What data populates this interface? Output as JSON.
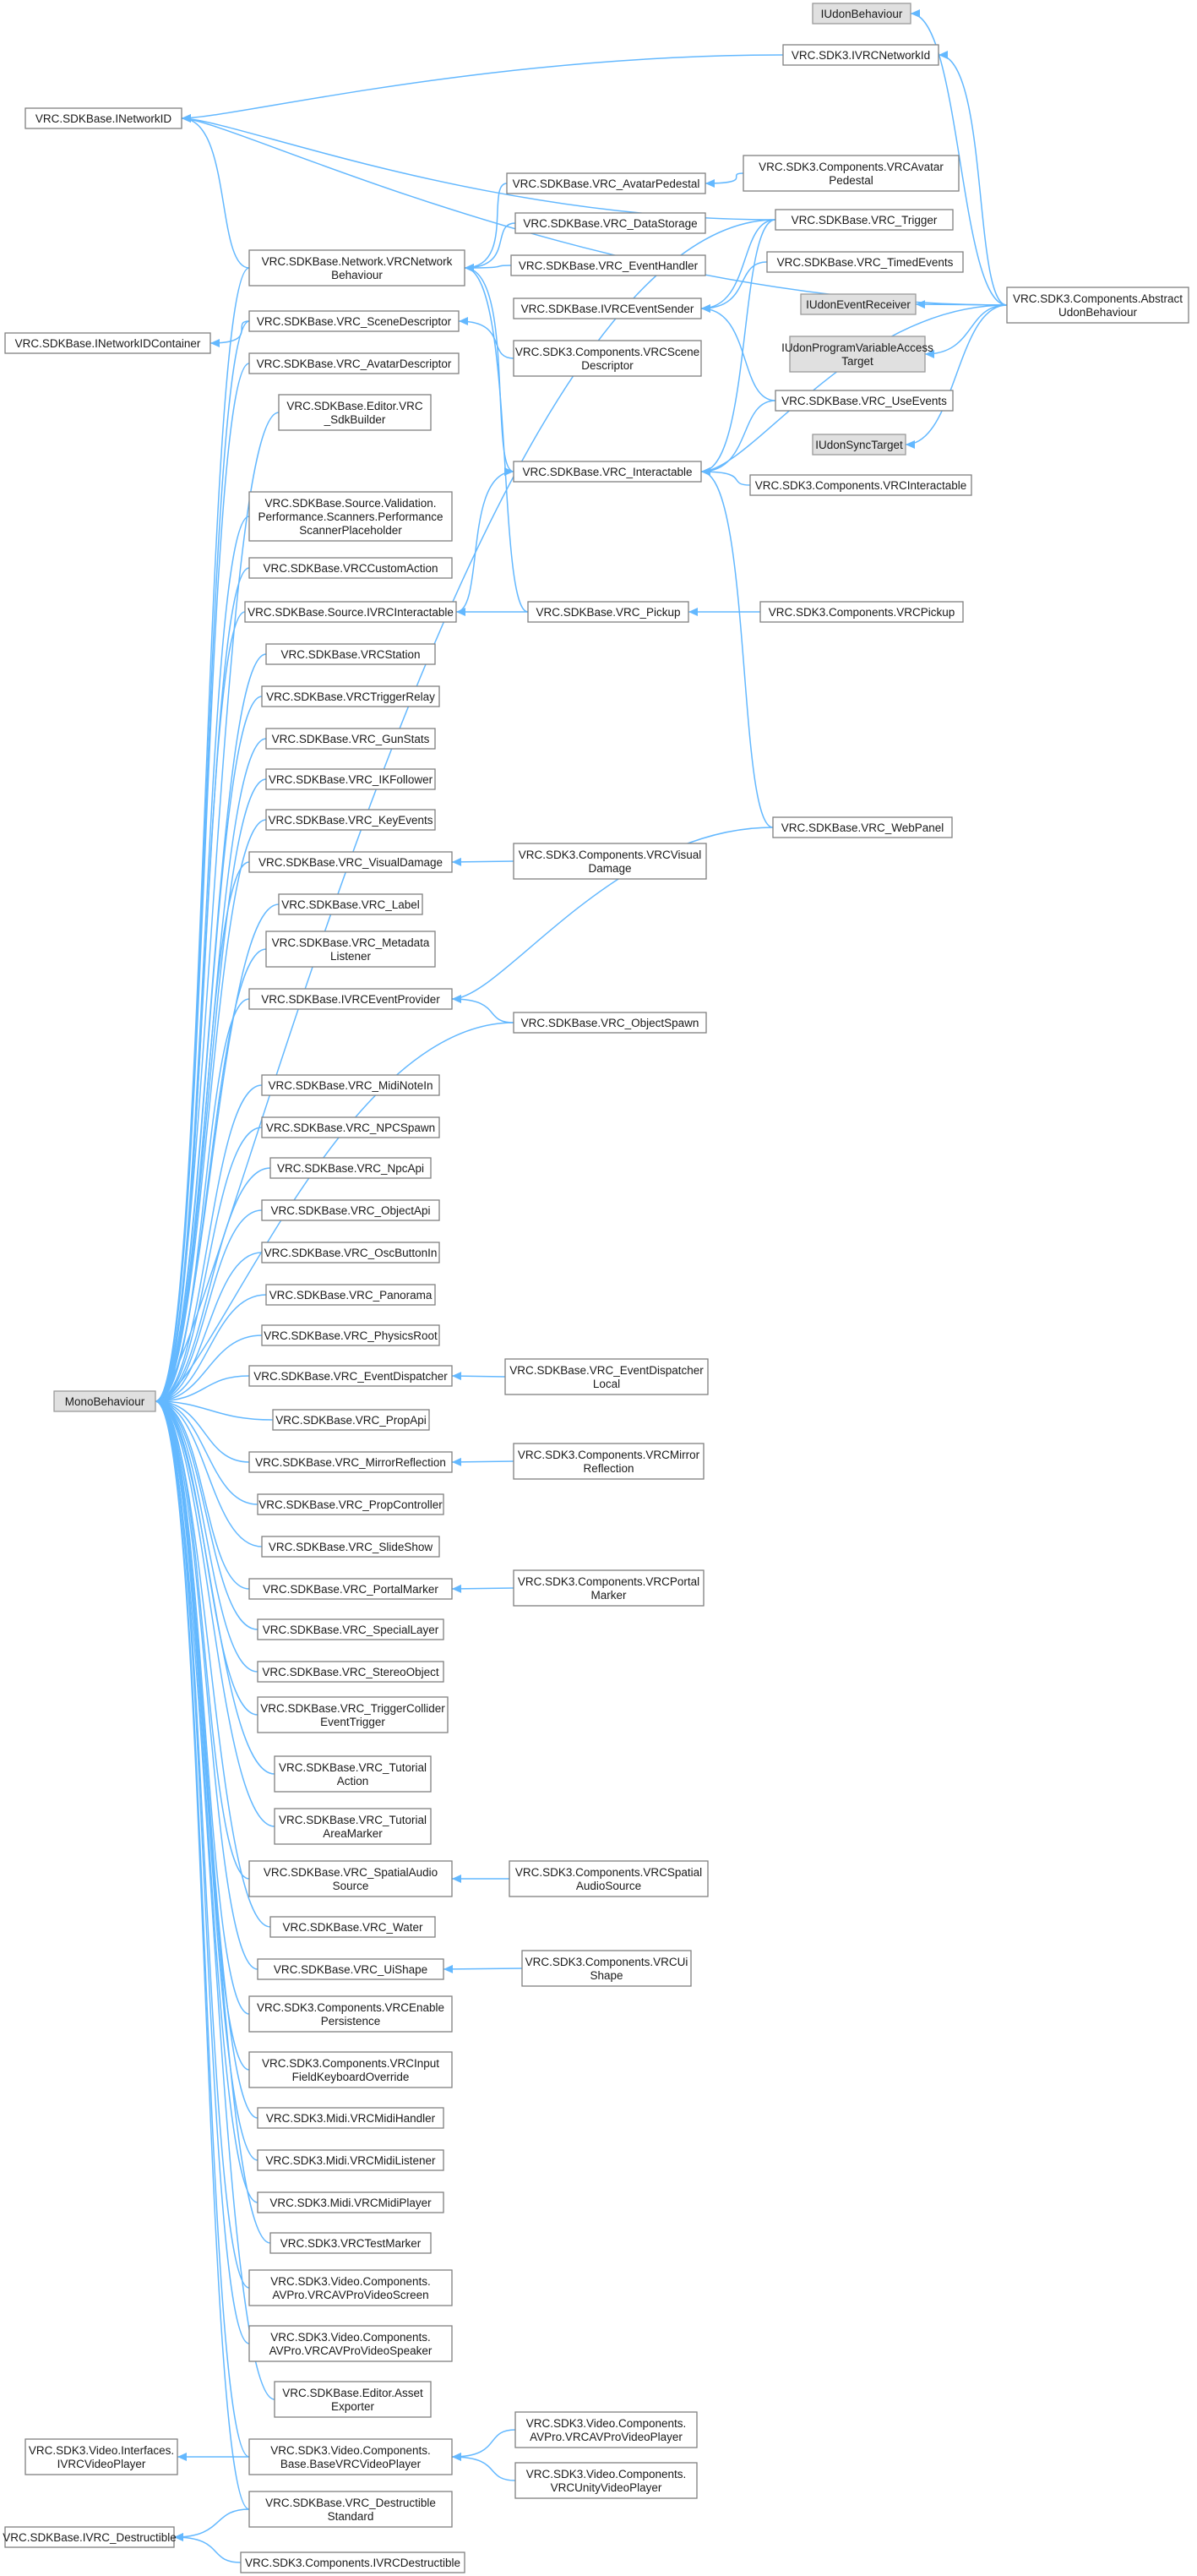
{
  "diagram": {
    "nodes": {
      "IUdonBehaviour": {
        "lines": [
          "IUdonBehaviour"
        ],
        "style": "gray"
      },
      "IVRCNetworkId": {
        "lines": [
          "VRC.SDK3.IVRCNetworkId"
        ],
        "style": "white"
      },
      "INetworkID": {
        "lines": [
          "VRC.SDKBase.INetworkID"
        ],
        "style": "white"
      },
      "AvatarPedestal3": {
        "lines": [
          "VRC.SDK3.Components.VRCAvatar",
          "Pedestal"
        ],
        "style": "white"
      },
      "AvatarPedestal": {
        "lines": [
          "VRC.SDKBase.VRC_AvatarPedestal"
        ],
        "style": "white"
      },
      "NetworkBehaviour": {
        "lines": [
          "VRC.SDKBase.Network.VRCNetwork",
          "Behaviour"
        ],
        "style": "white"
      },
      "DataStorage": {
        "lines": [
          "VRC.SDKBase.VRC_DataStorage"
        ],
        "style": "white"
      },
      "Trigger": {
        "lines": [
          "VRC.SDKBase.VRC_Trigger"
        ],
        "style": "white"
      },
      "EventHandler": {
        "lines": [
          "VRC.SDKBase.VRC_EventHandler"
        ],
        "style": "white"
      },
      "TimedEvents": {
        "lines": [
          "VRC.SDKBase.VRC_TimedEvents"
        ],
        "style": "white"
      },
      "IVRCEventSender": {
        "lines": [
          "VRC.SDKBase.IVRCEventSender"
        ],
        "style": "white"
      },
      "AbstractUdon": {
        "lines": [
          "VRC.SDK3.Components.Abstract",
          "UdonBehaviour"
        ],
        "style": "white"
      },
      "IUdonEventReceiver": {
        "lines": [
          "IUdonEventReceiver"
        ],
        "style": "gray"
      },
      "INetworkIDContainer": {
        "lines": [
          "VRC.SDKBase.INetworkIDContainer"
        ],
        "style": "white"
      },
      "SceneDescriptor": {
        "lines": [
          "VRC.SDKBase.VRC_SceneDescriptor"
        ],
        "style": "white"
      },
      "SceneDescriptor3": {
        "lines": [
          "VRC.SDK3.Components.VRCScene",
          "Descriptor"
        ],
        "style": "white"
      },
      "IUdonProgramVar": {
        "lines": [
          "IUdonProgramVariableAccess",
          "Target"
        ],
        "style": "gray"
      },
      "AvatarDescriptor": {
        "lines": [
          "VRC.SDKBase.VRC_AvatarDescriptor"
        ],
        "style": "white"
      },
      "UseEvents": {
        "lines": [
          "VRC.SDKBase.VRC_UseEvents"
        ],
        "style": "white"
      },
      "IUdonSyncTarget": {
        "lines": [
          "IUdonSyncTarget"
        ],
        "style": "gray"
      },
      "SdkBuilder": {
        "lines": [
          "VRC.SDKBase.Editor.VRC",
          "_SdkBuilder"
        ],
        "style": "white"
      },
      "Interactable": {
        "lines": [
          "VRC.SDKBase.VRC_Interactable"
        ],
        "style": "white"
      },
      "Interactable3": {
        "lines": [
          "VRC.SDK3.Components.VRCInteractable"
        ],
        "style": "white"
      },
      "PerfScanner": {
        "lines": [
          "VRC.SDKBase.Source.Validation.",
          "Performance.Scanners.Performance",
          "ScannerPlaceholder"
        ],
        "style": "white"
      },
      "CustomAction": {
        "lines": [
          "VRC.SDKBase.VRCCustomAction"
        ],
        "style": "white"
      },
      "IVRCInteractable": {
        "lines": [
          "VRC.SDKBase.Source.IVRCInteractable"
        ],
        "style": "white"
      },
      "Pickup": {
        "lines": [
          "VRC.SDKBase.VRC_Pickup"
        ],
        "style": "white"
      },
      "Pickup3": {
        "lines": [
          "VRC.SDK3.Components.VRCPickup"
        ],
        "style": "white"
      },
      "Station": {
        "lines": [
          "VRC.SDKBase.VRCStation"
        ],
        "style": "white"
      },
      "TriggerRelay": {
        "lines": [
          "VRC.SDKBase.VRCTriggerRelay"
        ],
        "style": "white"
      },
      "GunStats": {
        "lines": [
          "VRC.SDKBase.VRC_GunStats"
        ],
        "style": "white"
      },
      "IKFollower": {
        "lines": [
          "VRC.SDKBase.VRC_IKFollower"
        ],
        "style": "white"
      },
      "KeyEvents": {
        "lines": [
          "VRC.SDKBase.VRC_KeyEvents"
        ],
        "style": "white"
      },
      "WebPanel": {
        "lines": [
          "VRC.SDKBase.VRC_WebPanel"
        ],
        "style": "white"
      },
      "VisualDamage": {
        "lines": [
          "VRC.SDKBase.VRC_VisualDamage"
        ],
        "style": "white"
      },
      "VisualDamage3": {
        "lines": [
          "VRC.SDK3.Components.VRCVisual",
          "Damage"
        ],
        "style": "white"
      },
      "Label": {
        "lines": [
          "VRC.SDKBase.VRC_Label"
        ],
        "style": "white"
      },
      "MetadataListener": {
        "lines": [
          "VRC.SDKBase.VRC_Metadata",
          "Listener"
        ],
        "style": "white"
      },
      "IVRCEventProvider": {
        "lines": [
          "VRC.SDKBase.IVRCEventProvider"
        ],
        "style": "white"
      },
      "ObjectSpawn": {
        "lines": [
          "VRC.SDKBase.VRC_ObjectSpawn"
        ],
        "style": "white"
      },
      "MidiNoteIn": {
        "lines": [
          "VRC.SDKBase.VRC_MidiNoteIn"
        ],
        "style": "white"
      },
      "NPCSpawn": {
        "lines": [
          "VRC.SDKBase.VRC_NPCSpawn"
        ],
        "style": "white"
      },
      "NpcApi": {
        "lines": [
          "VRC.SDKBase.VRC_NpcApi"
        ],
        "style": "white"
      },
      "ObjectApi": {
        "lines": [
          "VRC.SDKBase.VRC_ObjectApi"
        ],
        "style": "white"
      },
      "OscButtonIn": {
        "lines": [
          "VRC.SDKBase.VRC_OscButtonIn"
        ],
        "style": "white"
      },
      "Panorama": {
        "lines": [
          "VRC.SDKBase.VRC_Panorama"
        ],
        "style": "white"
      },
      "PhysicsRoot": {
        "lines": [
          "VRC.SDKBase.VRC_PhysicsRoot"
        ],
        "style": "white"
      },
      "MonoBehaviour": {
        "lines": [
          "MonoBehaviour"
        ],
        "style": "gray"
      },
      "EventDispatcher": {
        "lines": [
          "VRC.SDKBase.VRC_EventDispatcher"
        ],
        "style": "white"
      },
      "EventDispatcherLocal": {
        "lines": [
          "VRC.SDKBase.VRC_EventDispatcher",
          "Local"
        ],
        "style": "white"
      },
      "PropApi": {
        "lines": [
          "VRC.SDKBase.VRC_PropApi"
        ],
        "style": "white"
      },
      "MirrorReflection": {
        "lines": [
          "VRC.SDKBase.VRC_MirrorReflection"
        ],
        "style": "white"
      },
      "MirrorReflection3": {
        "lines": [
          "VRC.SDK3.Components.VRCMirror",
          "Reflection"
        ],
        "style": "white"
      },
      "PropController": {
        "lines": [
          "VRC.SDKBase.VRC_PropController"
        ],
        "style": "white"
      },
      "SlideShow": {
        "lines": [
          "VRC.SDKBase.VRC_SlideShow"
        ],
        "style": "white"
      },
      "PortalMarker": {
        "lines": [
          "VRC.SDKBase.VRC_PortalMarker"
        ],
        "style": "white"
      },
      "PortalMarker3": {
        "lines": [
          "VRC.SDK3.Components.VRCPortal",
          "Marker"
        ],
        "style": "white"
      },
      "SpecialLayer": {
        "lines": [
          "VRC.SDKBase.VRC_SpecialLayer"
        ],
        "style": "white"
      },
      "StereoObject": {
        "lines": [
          "VRC.SDKBase.VRC_StereoObject"
        ],
        "style": "white"
      },
      "TriggerCollider": {
        "lines": [
          "VRC.SDKBase.VRC_TriggerCollider",
          "EventTrigger"
        ],
        "style": "white"
      },
      "TutorialAction": {
        "lines": [
          "VRC.SDKBase.VRC_Tutorial",
          "Action"
        ],
        "style": "white"
      },
      "TutorialArea": {
        "lines": [
          "VRC.SDKBase.VRC_Tutorial",
          "AreaMarker"
        ],
        "style": "white"
      },
      "SpatialAudio": {
        "lines": [
          "VRC.SDKBase.VRC_SpatialAudio",
          "Source"
        ],
        "style": "white"
      },
      "SpatialAudio3": {
        "lines": [
          "VRC.SDK3.Components.VRCSpatial",
          "AudioSource"
        ],
        "style": "white"
      },
      "Water": {
        "lines": [
          "VRC.SDKBase.VRC_Water"
        ],
        "style": "white"
      },
      "UiShape": {
        "lines": [
          "VRC.SDKBase.VRC_UiShape"
        ],
        "style": "white"
      },
      "UiShape3": {
        "lines": [
          "VRC.SDK3.Components.VRCUi",
          "Shape"
        ],
        "style": "white"
      },
      "EnablePersistence": {
        "lines": [
          "VRC.SDK3.Components.VRCEnable",
          "Persistence"
        ],
        "style": "white"
      },
      "InputFieldKeyboard": {
        "lines": [
          "VRC.SDK3.Components.VRCInput",
          "FieldKeyboardOverride"
        ],
        "style": "white"
      },
      "MidiHandler": {
        "lines": [
          "VRC.SDK3.Midi.VRCMidiHandler"
        ],
        "style": "white"
      },
      "MidiListener": {
        "lines": [
          "VRC.SDK3.Midi.VRCMidiListener"
        ],
        "style": "white"
      },
      "MidiPlayer": {
        "lines": [
          "VRC.SDK3.Midi.VRCMidiPlayer"
        ],
        "style": "white"
      },
      "TestMarker": {
        "lines": [
          "VRC.SDK3.VRCTestMarker"
        ],
        "style": "white"
      },
      "AVProScreen": {
        "lines": [
          "VRC.SDK3.Video.Components.",
          "AVPro.VRCAVProVideoScreen"
        ],
        "style": "white"
      },
      "AVProSpeaker": {
        "lines": [
          "VRC.SDK3.Video.Components.",
          "AVPro.VRCAVProVideoSpeaker"
        ],
        "style": "white"
      },
      "AssetExporter": {
        "lines": [
          "VRC.SDKBase.Editor.Asset",
          "Exporter"
        ],
        "style": "white"
      },
      "IVRCVideoPlayer": {
        "lines": [
          "VRC.SDK3.Video.Interfaces.",
          "IVRCVideoPlayer"
        ],
        "style": "white"
      },
      "BaseVRCVideoPlayer": {
        "lines": [
          "VRC.SDK3.Video.Components.",
          "Base.BaseVRCVideoPlayer"
        ],
        "style": "white"
      },
      "AVProVideoPlayer": {
        "lines": [
          "VRC.SDK3.Video.Components.",
          "AVPro.VRCAVProVideoPlayer"
        ],
        "style": "white"
      },
      "UnityVideoPlayer": {
        "lines": [
          "VRC.SDK3.Video.Components.",
          "VRCUnityVideoPlayer"
        ],
        "style": "white"
      },
      "DestructibleStandard": {
        "lines": [
          "VRC.SDKBase.VRC_Destructible",
          "Standard"
        ],
        "style": "white"
      },
      "IVRC_Destructible": {
        "lines": [
          "VRC.SDKBase.IVRC_Destructible"
        ],
        "style": "white"
      },
      "IVRCDestructible3": {
        "lines": [
          "VRC.SDK3.Components.IVRCDestructible"
        ],
        "style": "white"
      }
    },
    "edges": [
      [
        "AbstractUdon",
        "IUdonBehaviour"
      ],
      [
        "IVRCNetworkId",
        "INetworkID"
      ],
      [
        "AbstractUdon",
        "IVRCNetworkId"
      ],
      [
        "AbstractUdon",
        "INetworkID"
      ],
      [
        "Trigger",
        "INetworkID"
      ],
      [
        "NetworkBehaviour",
        "INetworkID"
      ],
      [
        "AvatarPedestal",
        "NetworkBehaviour"
      ],
      [
        "DataStorage",
        "NetworkBehaviour"
      ],
      [
        "EventHandler",
        "NetworkBehaviour"
      ],
      [
        "Interactable",
        "NetworkBehaviour"
      ],
      [
        "Pickup",
        "NetworkBehaviour"
      ],
      [
        "AvatarPedestal3",
        "AvatarPedestal"
      ],
      [
        "Trigger",
        "IVRCEventSender"
      ],
      [
        "TimedEvents",
        "IVRCEventSender"
      ],
      [
        "UseEvents",
        "IVRCEventSender"
      ],
      [
        "AbstractUdon",
        "IUdonEventReceiver"
      ],
      [
        "AbstractUdon",
        "IUdonProgramVar"
      ],
      [
        "AbstractUdon",
        "IUdonSyncTarget"
      ],
      [
        "AbstractUdon",
        "Interactable"
      ],
      [
        "Interactable3",
        "Interactable"
      ],
      [
        "Trigger",
        "Interactable"
      ],
      [
        "UseEvents",
        "Interactable"
      ],
      [
        "WebPanel",
        "Interactable"
      ],
      [
        "IVRCInteractable",
        "Interactable"
      ],
      [
        "SceneDescriptor",
        "INetworkIDContainer"
      ],
      [
        "SceneDescriptor3",
        "SceneDescriptor"
      ],
      [
        "Pickup",
        "IVRCInteractable"
      ],
      [
        "Pickup3",
        "Pickup"
      ],
      [
        "ObjectSpawn",
        "IVRCEventProvider"
      ],
      [
        "WebPanel",
        "IVRCEventProvider"
      ],
      [
        "VisualDamage3",
        "VisualDamage"
      ],
      [
        "EventDispatcherLocal",
        "EventDispatcher"
      ],
      [
        "MirrorReflection3",
        "MirrorReflection"
      ],
      [
        "PortalMarker3",
        "PortalMarker"
      ],
      [
        "SpatialAudio3",
        "SpatialAudio"
      ],
      [
        "UiShape3",
        "UiShape"
      ],
      [
        "BaseVRCVideoPlayer",
        "IVRCVideoPlayer"
      ],
      [
        "AVProVideoPlayer",
        "BaseVRCVideoPlayer"
      ],
      [
        "UnityVideoPlayer",
        "BaseVRCVideoPlayer"
      ],
      [
        "DestructibleStandard",
        "IVRC_Destructible"
      ],
      [
        "IVRCDestructible3",
        "IVRC_Destructible"
      ],
      [
        "NetworkBehaviour",
        "MonoBehaviour"
      ],
      [
        "SceneDescriptor",
        "MonoBehaviour"
      ],
      [
        "AvatarDescriptor",
        "MonoBehaviour"
      ],
      [
        "Trigger",
        "MonoBehaviour"
      ],
      [
        "SdkBuilder",
        "MonoBehaviour"
      ],
      [
        "PerfScanner",
        "MonoBehaviour"
      ],
      [
        "CustomAction",
        "MonoBehaviour"
      ],
      [
        "IVRCInteractable",
        "MonoBehaviour"
      ],
      [
        "Station",
        "MonoBehaviour"
      ],
      [
        "TriggerRelay",
        "MonoBehaviour"
      ],
      [
        "GunStats",
        "MonoBehaviour"
      ],
      [
        "IKFollower",
        "MonoBehaviour"
      ],
      [
        "KeyEvents",
        "MonoBehaviour"
      ],
      [
        "VisualDamage",
        "MonoBehaviour"
      ],
      [
        "Label",
        "MonoBehaviour"
      ],
      [
        "MetadataListener",
        "MonoBehaviour"
      ],
      [
        "IVRCEventProvider",
        "MonoBehaviour"
      ],
      [
        "ObjectSpawn",
        "MonoBehaviour"
      ],
      [
        "MidiNoteIn",
        "MonoBehaviour"
      ],
      [
        "NPCSpawn",
        "MonoBehaviour"
      ],
      [
        "NpcApi",
        "MonoBehaviour"
      ],
      [
        "ObjectApi",
        "MonoBehaviour"
      ],
      [
        "OscButtonIn",
        "MonoBehaviour"
      ],
      [
        "Panorama",
        "MonoBehaviour"
      ],
      [
        "PhysicsRoot",
        "MonoBehaviour"
      ],
      [
        "EventDispatcher",
        "MonoBehaviour"
      ],
      [
        "PropApi",
        "MonoBehaviour"
      ],
      [
        "MirrorReflection",
        "MonoBehaviour"
      ],
      [
        "PropController",
        "MonoBehaviour"
      ],
      [
        "SlideShow",
        "MonoBehaviour"
      ],
      [
        "PortalMarker",
        "MonoBehaviour"
      ],
      [
        "SpecialLayer",
        "MonoBehaviour"
      ],
      [
        "StereoObject",
        "MonoBehaviour"
      ],
      [
        "TriggerCollider",
        "MonoBehaviour"
      ],
      [
        "TutorialAction",
        "MonoBehaviour"
      ],
      [
        "TutorialArea",
        "MonoBehaviour"
      ],
      [
        "SpatialAudio",
        "MonoBehaviour"
      ],
      [
        "Water",
        "MonoBehaviour"
      ],
      [
        "UiShape",
        "MonoBehaviour"
      ],
      [
        "EnablePersistence",
        "MonoBehaviour"
      ],
      [
        "InputFieldKeyboard",
        "MonoBehaviour"
      ],
      [
        "MidiHandler",
        "MonoBehaviour"
      ],
      [
        "MidiListener",
        "MonoBehaviour"
      ],
      [
        "MidiPlayer",
        "MonoBehaviour"
      ],
      [
        "TestMarker",
        "MonoBehaviour"
      ],
      [
        "AVProScreen",
        "MonoBehaviour"
      ],
      [
        "AVProSpeaker",
        "MonoBehaviour"
      ],
      [
        "AssetExporter",
        "MonoBehaviour"
      ],
      [
        "BaseVRCVideoPlayer",
        "MonoBehaviour"
      ],
      [
        "DestructibleStandard",
        "MonoBehaviour"
      ]
    ]
  }
}
